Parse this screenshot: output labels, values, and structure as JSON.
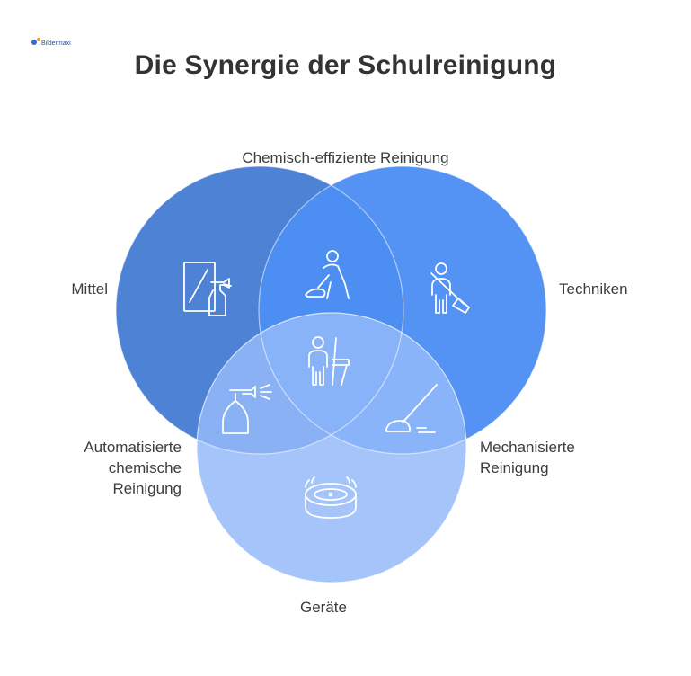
{
  "logo": {
    "text": "Bildermaxi"
  },
  "title": "Die Synergie der Schulreinigung",
  "labels": {
    "top": "Chemisch-effiziente Reinigung",
    "left": "Mittel",
    "right": "Techniken",
    "bottom_left": "Automatisierte chemische Reinigung",
    "bottom_right": "Mechanisierte Reinigung",
    "bottom": "Geräte"
  },
  "colors": {
    "circle_left": "#4a7fd4",
    "circle_right": "#4d8ff2",
    "circle_bottom": "#90b6f9",
    "outline": "#ffffff"
  },
  "icons": {
    "left": "spray-bottle-window-icon",
    "top_overlap": "person-mopping-icon",
    "right": "person-with-broom-icon",
    "center": "cleaner-with-trolley-icon",
    "bottom_left_overlap": "spray-bottle-icon",
    "bottom_right_overlap": "floor-vacuum-icon",
    "bottom": "robot-vacuum-icon"
  }
}
